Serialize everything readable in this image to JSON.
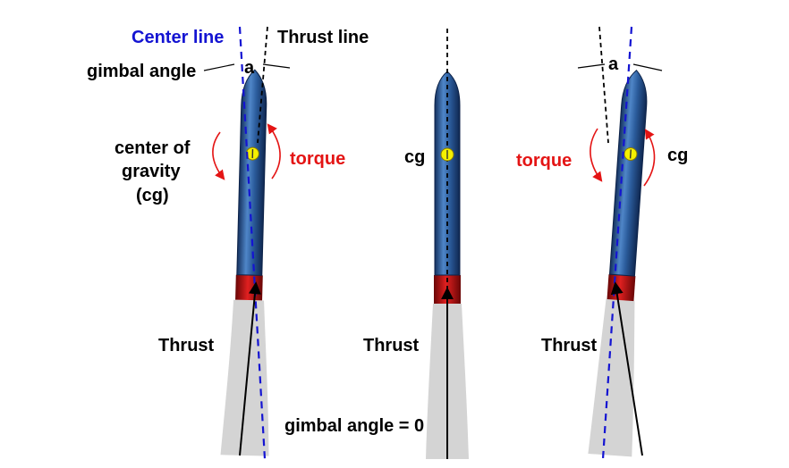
{
  "labels": {
    "center_line": "Center line",
    "thrust_line": "Thrust line",
    "gimbal_angle": "gimbal angle",
    "angle_symbol_left": "a",
    "angle_symbol_right": "a",
    "cg_line1": "center of",
    "cg_line2": "gravity",
    "cg_line3": "(cg)",
    "torque_left": "torque",
    "torque_right": "torque",
    "cg_middle": "cg",
    "cg_right": "cg",
    "thrust_left": "Thrust",
    "thrust_middle": "Thrust",
    "thrust_right": "Thrust",
    "gimbal_zero": "gimbal angle = 0"
  },
  "colors": {
    "center_line": "#1414d2",
    "thrust_line": "#000000",
    "rocket_body": "#2f5f9e",
    "nozzle": "#c01010",
    "plume": "#d4d4d4",
    "cg_marker": "#f5f000",
    "torque_arrow": "#e41414"
  }
}
